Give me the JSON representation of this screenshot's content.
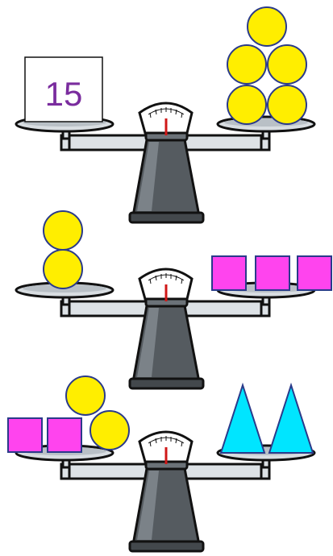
{
  "puzzle": {
    "colors": {
      "circle": "#ffee00",
      "square": "#ff44ee",
      "triangle": "#00e5ff",
      "number_text": "#7a2c9e",
      "scale_body": "#555b60",
      "outline": "#111111"
    },
    "scales": [
      {
        "left": {
          "items": [
            {
              "shape": "number-card",
              "label": "15"
            }
          ]
        },
        "right": {
          "items": [
            {
              "shape": "circle",
              "count": 5
            }
          ]
        }
      },
      {
        "left": {
          "items": [
            {
              "shape": "circle",
              "count": 2
            }
          ]
        },
        "right": {
          "items": [
            {
              "shape": "square",
              "count": 3
            }
          ]
        }
      },
      {
        "left": {
          "items": [
            {
              "shape": "square",
              "count": 2
            },
            {
              "shape": "circle",
              "count": 2
            }
          ]
        },
        "right": {
          "items": [
            {
              "shape": "triangle",
              "count": 2
            }
          ]
        }
      }
    ]
  }
}
